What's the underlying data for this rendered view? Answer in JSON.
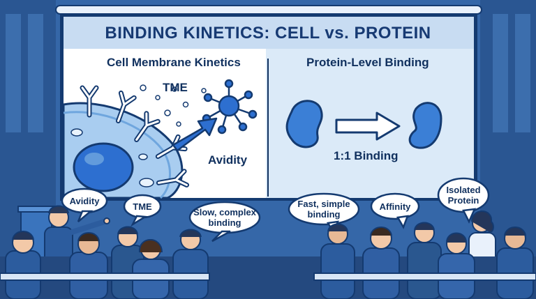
{
  "title": "BINDING KINETICS: CELL vs. PROTEIN",
  "left_panel": {
    "heading": "Cell Membrane Kinetics",
    "tme_label": "TME",
    "avidity_label": "Avidity"
  },
  "right_panel": {
    "heading": "Protein-Level Binding",
    "binding_label": "1:1 Binding"
  },
  "bubbles": {
    "avidity": "Avidity",
    "tme": "TME",
    "slow": "Slow, complex binding",
    "fast": "Fast, simple binding",
    "affinity": "Affinity",
    "isolated": "Isolated Protein"
  },
  "colors": {
    "wall": "#2f5d99",
    "screen_left": "#ffffff",
    "screen_right": "#dbeaf8",
    "accent": "#2d6fd0",
    "ink": "#10305e"
  }
}
